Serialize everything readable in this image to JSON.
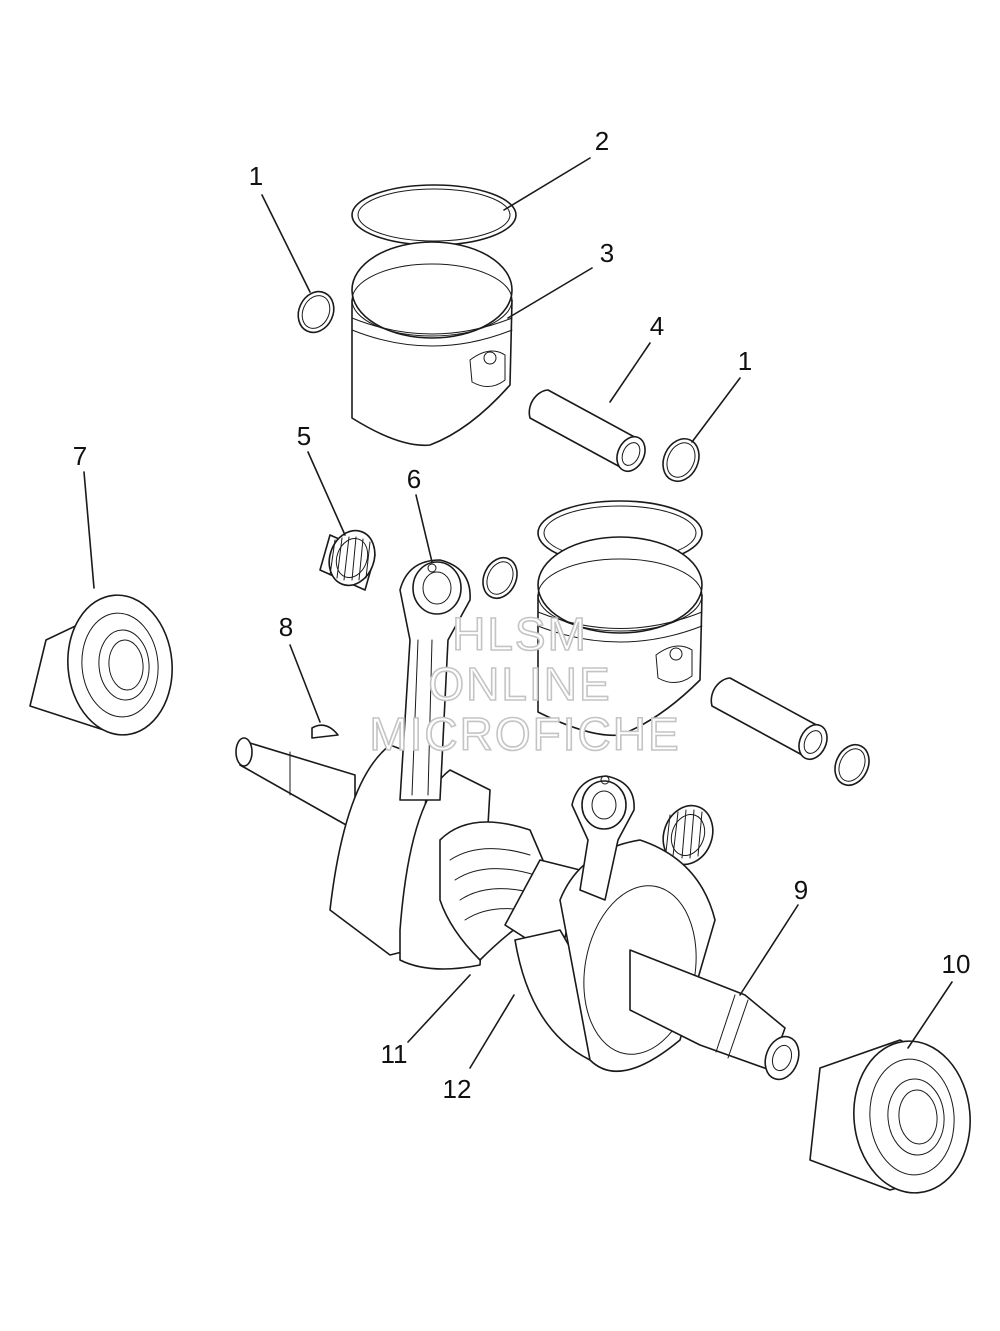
{
  "callouts": [
    {
      "id": "c1a",
      "label": "1"
    },
    {
      "id": "c2",
      "label": "2"
    },
    {
      "id": "c3",
      "label": "3"
    },
    {
      "id": "c4",
      "label": "4"
    },
    {
      "id": "c1b",
      "label": "1"
    },
    {
      "id": "c5",
      "label": "5"
    },
    {
      "id": "c6",
      "label": "6"
    },
    {
      "id": "c7",
      "label": "7"
    },
    {
      "id": "c8",
      "label": "8"
    },
    {
      "id": "c9",
      "label": "9"
    },
    {
      "id": "c10",
      "label": "10"
    },
    {
      "id": "c11",
      "label": "11"
    },
    {
      "id": "c12",
      "label": "12"
    }
  ],
  "watermark": {
    "line1": "HLSM",
    "line2": "ONLINE",
    "line3": "MICROFICHE"
  }
}
